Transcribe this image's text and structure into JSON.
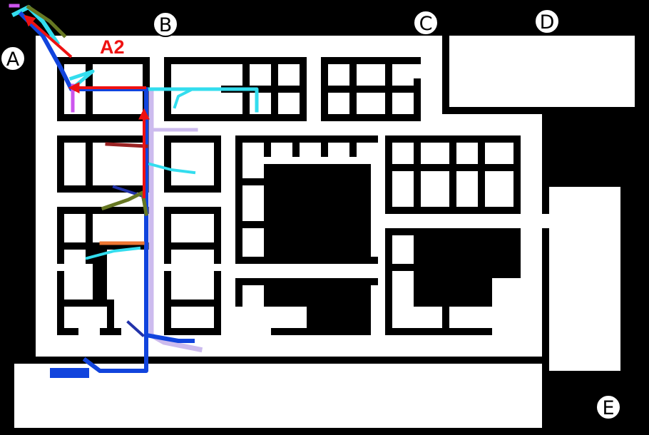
{
  "map": {
    "title": "",
    "markers": [
      {
        "id": "A",
        "label": "A"
      },
      {
        "id": "B",
        "label": "B"
      },
      {
        "id": "C",
        "label": "C"
      },
      {
        "id": "D",
        "label": "D"
      },
      {
        "id": "E",
        "label": "E"
      }
    ],
    "arrow_label": "A2",
    "colors": {
      "background": "#000000",
      "floor": "#ffffff",
      "arrow": "#ee1111",
      "path_blue": "#1144dd",
      "path_cyan": "#33ddee",
      "path_lavender": "#ccbbee",
      "path_magenta": "#cc55ee",
      "path_olive": "#667722",
      "path_darkred": "#992222",
      "path_orange": "#ee7733",
      "path_navy": "#2233aa"
    },
    "trajectories": [
      {
        "name": "blue",
        "color_key": "path_blue"
      },
      {
        "name": "cyan",
        "color_key": "path_cyan"
      },
      {
        "name": "lavender",
        "color_key": "path_lavender"
      },
      {
        "name": "magenta",
        "color_key": "path_magenta"
      },
      {
        "name": "olive",
        "color_key": "path_olive"
      },
      {
        "name": "dark-red",
        "color_key": "path_darkred"
      },
      {
        "name": "orange",
        "color_key": "path_orange"
      },
      {
        "name": "navy",
        "color_key": "path_navy"
      }
    ]
  }
}
